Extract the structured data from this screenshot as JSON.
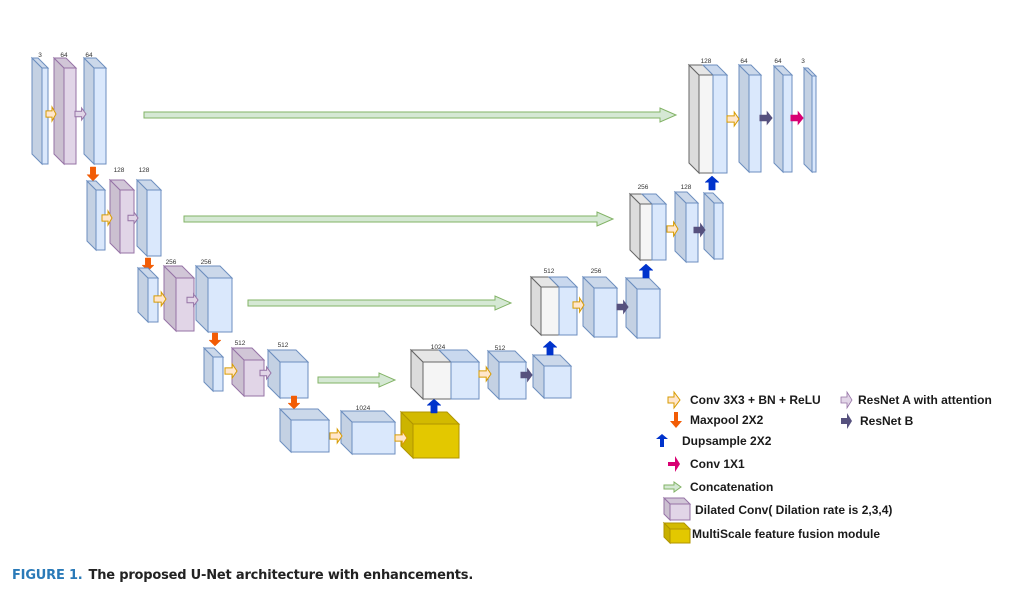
{
  "figure": {
    "caption_label": "FIGURE 1.",
    "caption_text": "The proposed U-Net architecture with enhancements."
  },
  "colors": {
    "feature_map": "#dae8fc",
    "feature_map_stroke": "#6c8ebf",
    "dilated_conv": "#e1d5e7",
    "dilated_conv_stroke": "#9673a6",
    "copied_map": "#f5f5f5",
    "copied_map_stroke": "#666666",
    "fusion_module": "#e3c800",
    "fusion_module_stroke": "#b09500",
    "conv3x3_arrow": "#ffe6cc",
    "conv3x3_arrow_stroke": "#d79b00",
    "maxpool_arrow": "#f25c05",
    "upsample_arrow": "#0033cc",
    "conv1x1_arrow": "#d80073",
    "concat_arrow": "#d5e8d4",
    "concat_arrow_stroke": "#82b366",
    "resnet_a_arrow": "#e1d5e7",
    "resnet_b_arrow": "#56517e",
    "caption_label": "#2a7ab8"
  },
  "encoder": {
    "level1": {
      "channels": [
        "3",
        "64",
        "64"
      ]
    },
    "level2": {
      "channels": [
        "128",
        "128"
      ]
    },
    "level3": {
      "channels": [
        "256",
        "256"
      ]
    },
    "level4": {
      "channels": [
        "512",
        "512"
      ]
    },
    "bottleneck": {
      "channels": [
        "1024"
      ]
    }
  },
  "decoder": {
    "level4": {
      "channels": [
        "1024",
        "512"
      ]
    },
    "level3": {
      "channels": [
        "512",
        "256"
      ]
    },
    "level2": {
      "channels": [
        "256",
        "128"
      ]
    },
    "level1": {
      "channels": [
        "128",
        "64",
        "64",
        "3"
      ]
    }
  },
  "legend": [
    {
      "icon": "conv3x3-arrow-icon",
      "label": "Conv 3X3 + BN + ReLU"
    },
    {
      "icon": "maxpool-arrow-icon",
      "label": "Maxpool 2X2"
    },
    {
      "icon": "upsample-arrow-icon",
      "label": "Dupsample 2X2"
    },
    {
      "icon": "conv1x1-arrow-icon",
      "label": "Conv 1X1"
    },
    {
      "icon": "concat-arrow-icon",
      "label": "Concatenation"
    },
    {
      "icon": "dilated-conv-block-icon",
      "label": "Dilated Conv( Dilation rate is 2,3,4)"
    },
    {
      "icon": "fusion-module-block-icon",
      "label": "MultiScale feature fusion module"
    },
    {
      "icon": "resnet-a-arrow-icon",
      "label": "ResNet A with attention"
    },
    {
      "icon": "resnet-b-arrow-icon",
      "label": "ResNet B"
    }
  ]
}
